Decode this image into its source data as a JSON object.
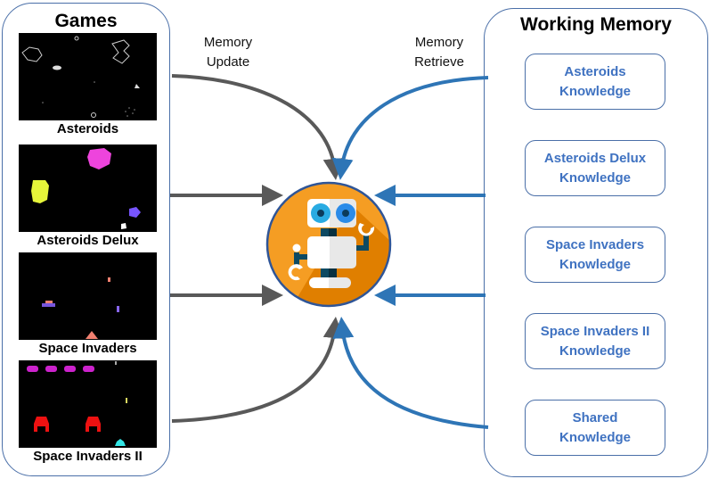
{
  "games_panel": {
    "title": "Games",
    "games": [
      {
        "label": "Asteroids"
      },
      {
        "label": "Asteroids Delux"
      },
      {
        "label": "Space Invaders"
      },
      {
        "label": "Space Invaders II"
      }
    ]
  },
  "flows": {
    "update_label_line1": "Memory",
    "update_label_line2": "Update",
    "retrieve_label_line1": "Memory",
    "retrieve_label_line2": "Retrieve",
    "update_color": "#595959",
    "retrieve_color": "#2e75b6"
  },
  "agent": {
    "icon": "robot-icon",
    "circle_color": "#f59d23"
  },
  "memory_panel": {
    "title": "Working Memory",
    "boxes": [
      {
        "line1": "Asteroids",
        "line2": "Knowledge"
      },
      {
        "line1": "Asteroids Delux",
        "line2": "Knowledge"
      },
      {
        "line1": "Space Invaders",
        "line2": "Knowledge"
      },
      {
        "line1": "Space Invaders II",
        "line2": "Knowledge"
      },
      {
        "line1": "Shared",
        "line2": "Knowledge"
      }
    ]
  }
}
